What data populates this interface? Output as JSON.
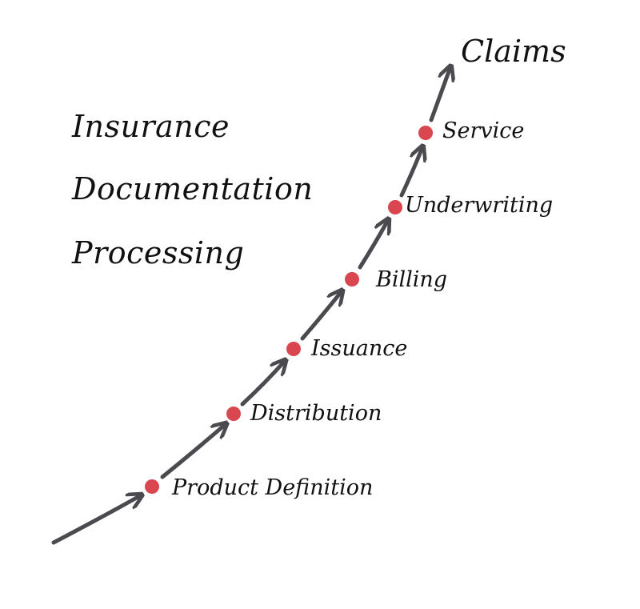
{
  "title": {
    "line1": "Insurance",
    "line2": "Documentation",
    "line3": "Processing"
  },
  "goal": "Claims",
  "stages": [
    {
      "label": "Product Definition"
    },
    {
      "label": "Distribution"
    },
    {
      "label": "Issuance"
    },
    {
      "label": "Billing"
    },
    {
      "label": "Underwriting"
    },
    {
      "label": "Service"
    }
  ],
  "colors": {
    "arrow": "#4a4a4f",
    "dot": "#d9464f",
    "text": "#111111"
  }
}
